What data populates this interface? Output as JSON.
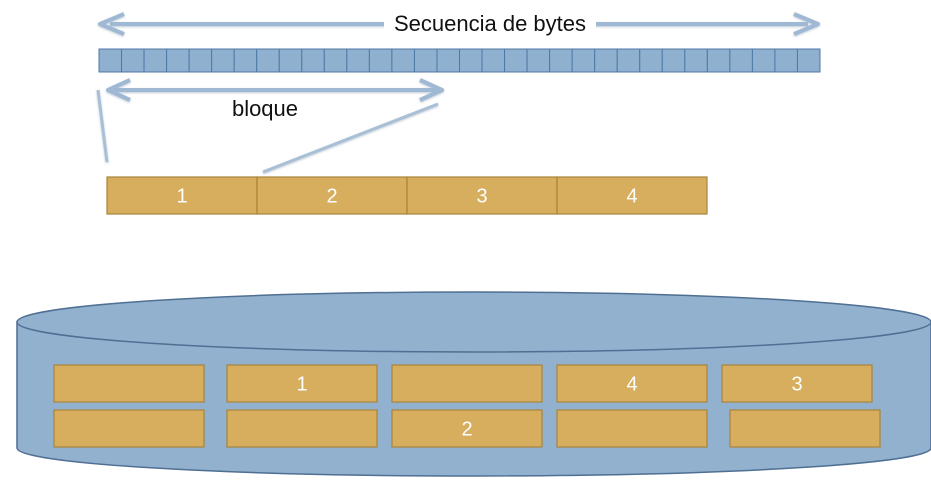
{
  "labels": {
    "byte_sequence": "Secuencia de bytes",
    "block": "bloque"
  },
  "file_blocks": [
    "1",
    "2",
    "3",
    "4"
  ],
  "disk_slots": {
    "row1": [
      "",
      "1",
      "",
      "4",
      "3"
    ],
    "row2": [
      "",
      "",
      "2",
      "",
      ""
    ]
  },
  "colors": {
    "byte_cell": "#8fb0cf",
    "byte_border": "#4f79a6",
    "arrow": "#9fb8d3",
    "block_fill": "#d6ae5e",
    "block_border": "#a8843a",
    "disk_fill": "#92b1cf",
    "disk_border": "#4f6f93"
  }
}
